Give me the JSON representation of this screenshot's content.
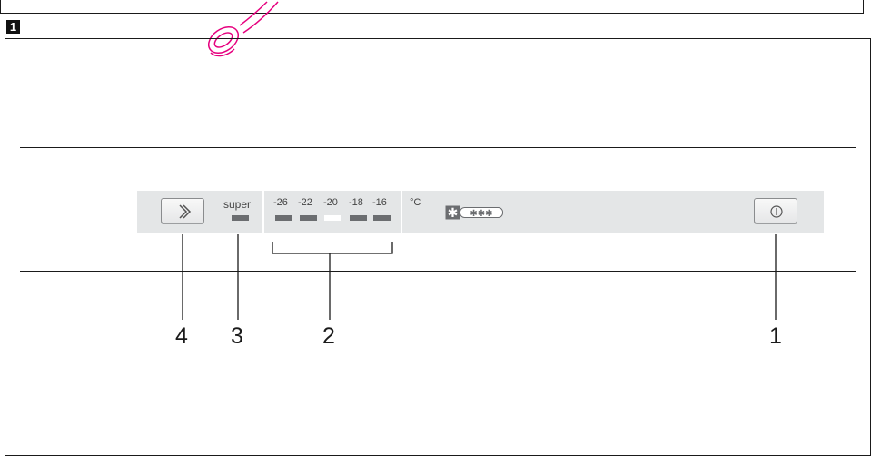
{
  "figure": {
    "number": "1"
  },
  "panel": {
    "super_label": "super",
    "temperatures": [
      "-26",
      "-22",
      "-20",
      "-18",
      "-16"
    ],
    "active_index": 2,
    "unit": "°C",
    "freezer_rating": "✱✱✱✱",
    "next_icon": "chevron-right-double",
    "power_icon": "power-icon"
  },
  "callouts": [
    {
      "label": "4",
      "target": "setting-button"
    },
    {
      "label": "3",
      "target": "super-freeze-indicator"
    },
    {
      "label": "2",
      "target": "temperature-display"
    },
    {
      "label": "1",
      "target": "on-off-button"
    }
  ],
  "colors": {
    "stamp": "#e6007e",
    "panel": "#e4e6e7",
    "line": "#1a1a1a"
  }
}
